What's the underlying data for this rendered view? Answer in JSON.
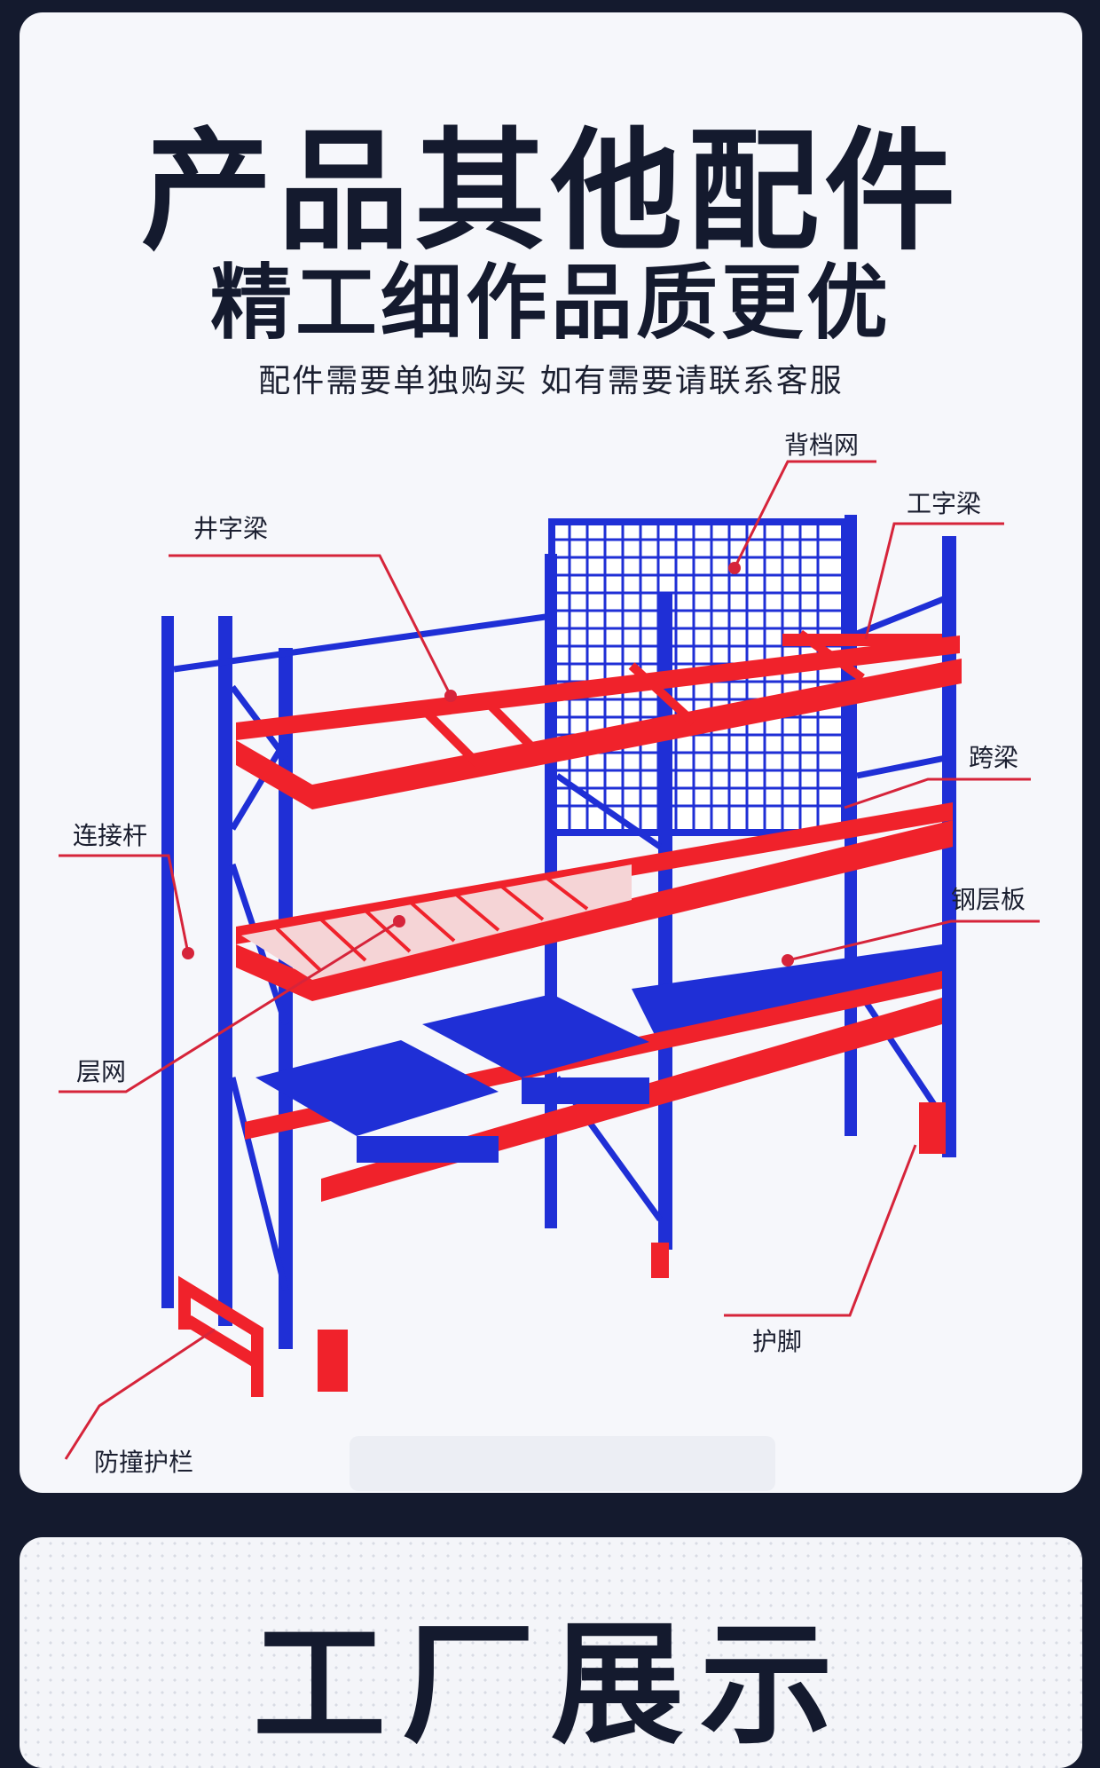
{
  "card": {
    "title": "产品其他配件",
    "subtitle": "精工细作品质更优",
    "note": "配件需要单独购买 如有需要请联系客服"
  },
  "labels": {
    "back_mesh": "背档网",
    "i_beam": "工字梁",
    "cross_beam": "井字梁",
    "span_beam": "跨梁",
    "connector": "连接杆",
    "steel_deck": "钢层板",
    "mesh_deck": "层网",
    "foot_guard": "护脚",
    "guardrail": "防撞护栏"
  },
  "colors": {
    "background": "#141a2e",
    "card": "#f6f7fb",
    "upright_blue": "#1f2fd6",
    "beam_red": "#f0222b",
    "leader_line": "#d6243a"
  },
  "bottom": {
    "title": "工厂展示"
  }
}
